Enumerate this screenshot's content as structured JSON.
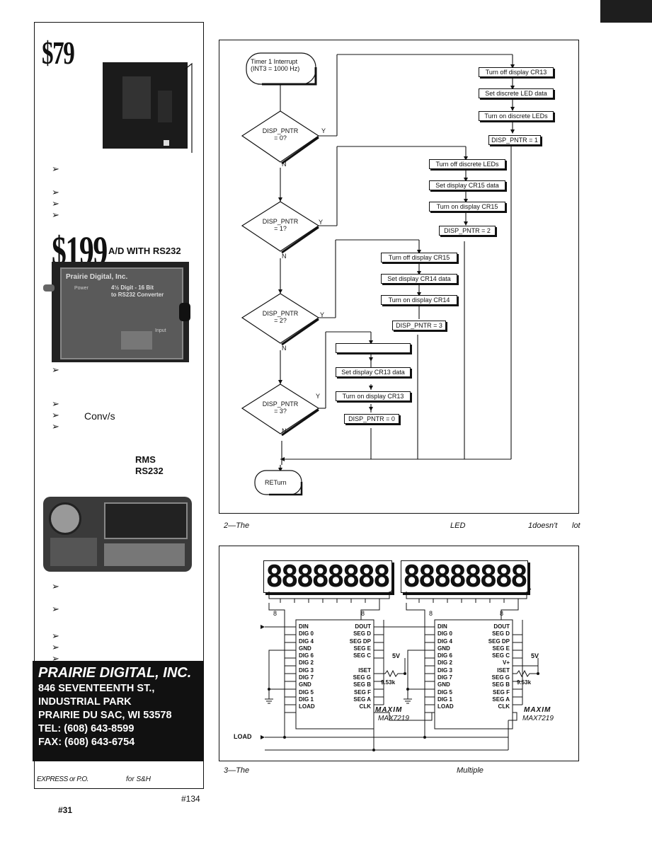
{
  "ad": {
    "price1": "$79",
    "price2": "$199",
    "price2_title": "A/D WITH RS232",
    "unit_label_line1": "Prairie Digital, Inc.",
    "unit_label_line2": "4½ Digit - 16 Bit",
    "unit_label_line3": "to RS232 Converter",
    "unit_power": "Power",
    "unit_input": "Input",
    "bullets_section1": [
      "",
      "",
      "",
      ""
    ],
    "bullets_section2": [
      "",
      "Conv/s",
      ""
    ],
    "feature_rms": "RMS",
    "feature_rs232": "RS232",
    "bullets_section3": [
      "",
      "",
      "",
      "",
      ""
    ],
    "company": {
      "name": "PRAIRIE DIGITAL, INC.",
      "street": "846 SEVENTEENTH ST.,",
      "park": "INDUSTRIAL PARK",
      "city": "PRAIRIE DU SAC, WI 53578",
      "tel": "TEL: (608) 643-8599",
      "fax": "FAX: (608) 643-6754"
    },
    "footer_left": "EXPRESS or P.O.",
    "footer_mid": "for S&H",
    "reader_service_left": "#31",
    "reader_service_right": "#134"
  },
  "figure2": {
    "caption_num": "2—The",
    "caption_led": "LED",
    "caption_doesnt": "1doesn't",
    "caption_lot": "lot",
    "start": "Timer 1 Interrupt\n(INT3 = 1000 Hz)",
    "end": "RETurn",
    "decisions": [
      "DISP_PNTR\n= 0?",
      "DISP_PNTR\n= 1?",
      "DISP_PNTR\n= 2?",
      "DISP_PNTR\n= 3?"
    ],
    "yes": "Y",
    "no": "N",
    "branch0": [
      "Turn off display CR13",
      "Set discrete LED data",
      "Turn on discrete LEDs",
      "DISP_PNTR = 1"
    ],
    "branch1": [
      "Turn off discrete LEDs",
      "Set display CR15 data",
      "Turn on display CR15",
      "DISP_PNTR = 2"
    ],
    "branch2": [
      "Turn off display CR15",
      "Set display CR14 data",
      "Turn on display CR14",
      "DISP_PNTR = 3"
    ],
    "branch3": [
      "",
      "Set display CR13 data",
      "Turn on display CR13",
      "DISP_PNTR = 0"
    ]
  },
  "figure3": {
    "caption_num": "3—The",
    "caption_multiple": "Multiple",
    "digits": "88888888",
    "bus": "8",
    "pins_left": [
      "DIN",
      "DIG 0",
      "DIG 4",
      "GND",
      "DIG 6",
      "DIG 2",
      "DIG 3",
      "DIG 7",
      "GND",
      "DIG 5",
      "DIG 1",
      "LOAD"
    ],
    "pins_right1": [
      "DOUT",
      "SEG D",
      "SEG DP",
      "SEG E",
      "SEG C",
      "",
      "ISET",
      "SEG G",
      "SEG B",
      "SEG F",
      "SEG A",
      "CLK"
    ],
    "pins_right2": [
      "DOUT",
      "SEG D",
      "SEG DP",
      "SEG E",
      "SEG C",
      "V+",
      "ISET",
      "SEG G",
      "SEG B",
      "SEG F",
      "SEG A",
      "CLK"
    ],
    "vcc": "5V",
    "resistor": "9.53k",
    "maxim": "MAXIM",
    "part": "MAX7219",
    "load": "LOAD"
  }
}
